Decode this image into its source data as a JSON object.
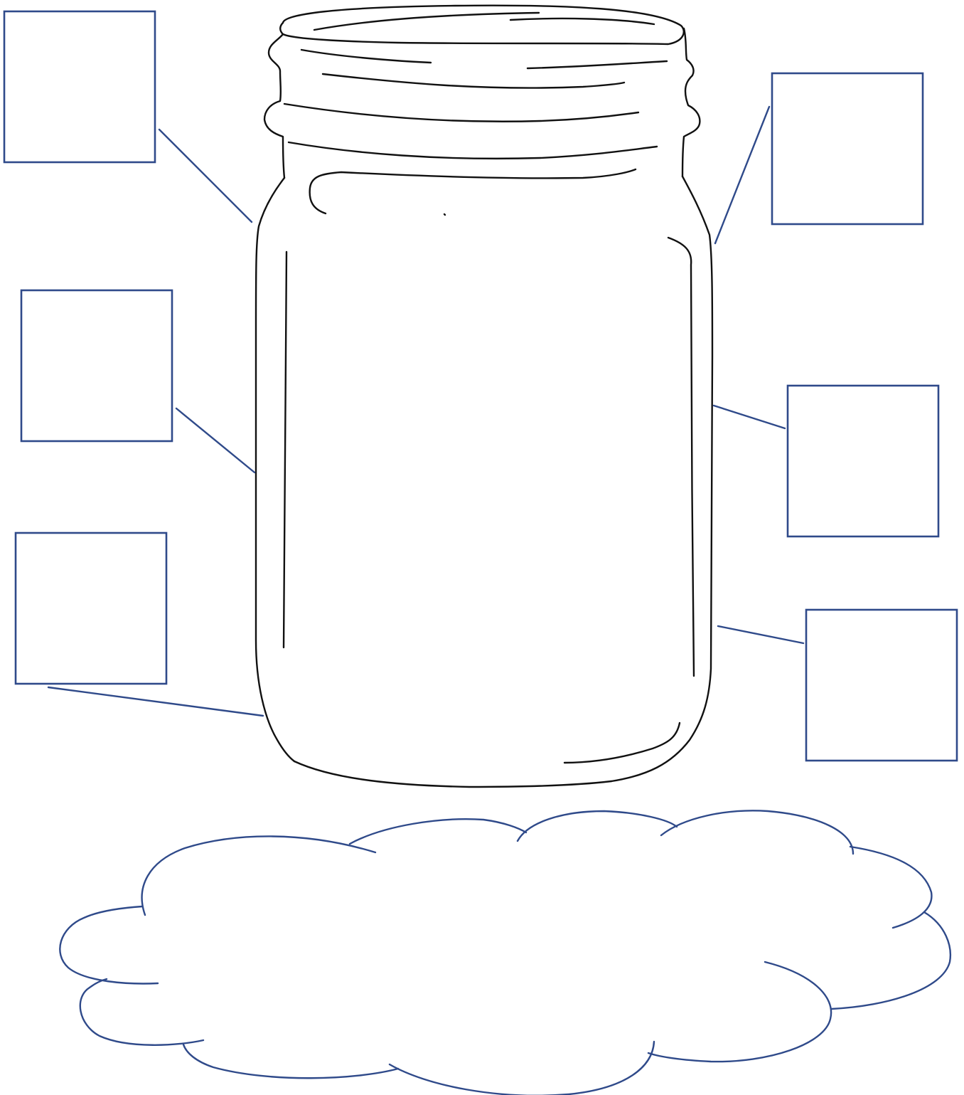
{
  "worksheet": {
    "jar": {
      "label": "",
      "stroke_color": "#111111"
    },
    "label_boxes": [
      {
        "name": "label-box-top-left",
        "text": ""
      },
      {
        "name": "label-box-middle-left",
        "text": ""
      },
      {
        "name": "label-box-bottom-left",
        "text": ""
      },
      {
        "name": "label-box-top-right",
        "text": ""
      },
      {
        "name": "label-box-middle-right",
        "text": ""
      },
      {
        "name": "label-box-bottom-right",
        "text": ""
      }
    ],
    "cloud": {
      "text": ""
    },
    "accent_color": "#2f4a8a"
  }
}
